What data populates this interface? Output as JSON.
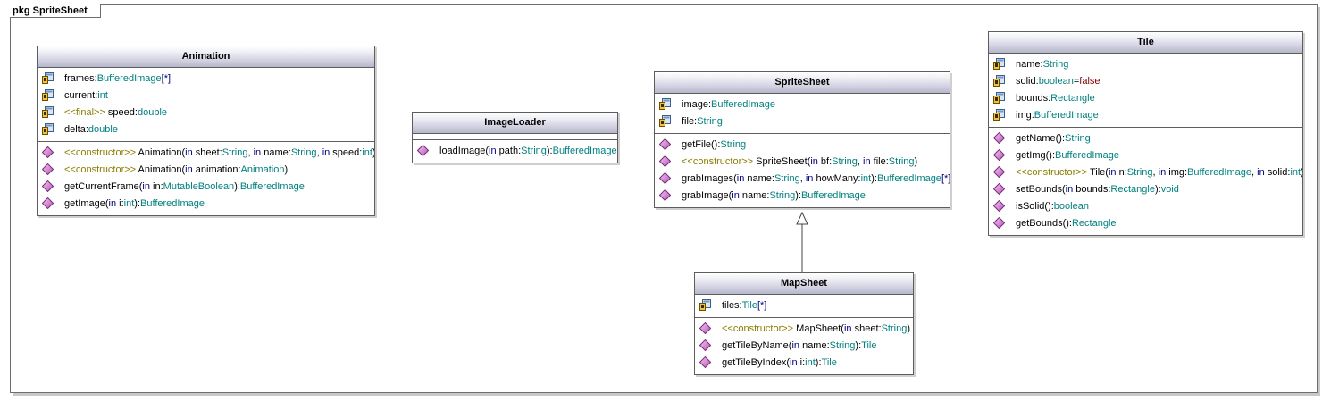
{
  "package": {
    "label": "pkg SpriteSheet"
  },
  "classes": {
    "animation": {
      "name": "Animation",
      "attributes": [
        [
          {
            "t": "frames:"
          },
          {
            "t": "BufferedImage",
            "c": "ty"
          },
          {
            "t": "[*]",
            "c": "kw"
          }
        ],
        [
          {
            "t": "current:"
          },
          {
            "t": "int",
            "c": "ty"
          }
        ],
        [
          {
            "t": "<<final>>",
            "c": "st"
          },
          {
            "t": " speed:"
          },
          {
            "t": "double",
            "c": "ty"
          }
        ],
        [
          {
            "t": "delta:"
          },
          {
            "t": "double",
            "c": "ty"
          }
        ]
      ],
      "operations": [
        [
          {
            "t": "<<constructor>>",
            "c": "st"
          },
          {
            "t": " Animation("
          },
          {
            "t": "in",
            "c": "kw"
          },
          {
            "t": " sheet:"
          },
          {
            "t": "String",
            "c": "ty"
          },
          {
            "t": ", "
          },
          {
            "t": "in",
            "c": "kw"
          },
          {
            "t": " name:"
          },
          {
            "t": "String",
            "c": "ty"
          },
          {
            "t": ", "
          },
          {
            "t": "in",
            "c": "kw"
          },
          {
            "t": " speed:"
          },
          {
            "t": "int",
            "c": "ty"
          },
          {
            "t": ")"
          }
        ],
        [
          {
            "t": "<<constructor>>",
            "c": "st"
          },
          {
            "t": " Animation("
          },
          {
            "t": "in",
            "c": "kw"
          },
          {
            "t": " animation:"
          },
          {
            "t": "Animation",
            "c": "ty"
          },
          {
            "t": ")"
          }
        ],
        [
          {
            "t": "getCurrentFrame("
          },
          {
            "t": "in",
            "c": "kw"
          },
          {
            "t": " in:"
          },
          {
            "t": "MutableBoolean",
            "c": "ty"
          },
          {
            "t": "):"
          },
          {
            "t": "BufferedImage",
            "c": "ty"
          }
        ],
        [
          {
            "t": "getImage("
          },
          {
            "t": "in",
            "c": "kw"
          },
          {
            "t": " i:"
          },
          {
            "t": "int",
            "c": "ty"
          },
          {
            "t": "):"
          },
          {
            "t": "BufferedImage",
            "c": "ty"
          }
        ]
      ]
    },
    "imageloader": {
      "name": "ImageLoader",
      "attributes": [],
      "operations": [
        [
          {
            "t": "loadImage(",
            "u": true
          },
          {
            "t": "in",
            "c": "kw",
            "u": true
          },
          {
            "t": " path:",
            "u": true
          },
          {
            "t": "String",
            "c": "ty",
            "u": true
          },
          {
            "t": "):",
            "u": true
          },
          {
            "t": "BufferedImage",
            "c": "ty",
            "u": true
          }
        ]
      ]
    },
    "spritesheet": {
      "name": "SpriteSheet",
      "attributes": [
        [
          {
            "t": "image:"
          },
          {
            "t": "BufferedImage",
            "c": "ty"
          }
        ],
        [
          {
            "t": "file:"
          },
          {
            "t": "String",
            "c": "ty"
          }
        ]
      ],
      "operations": [
        [
          {
            "t": "getFile():"
          },
          {
            "t": "String",
            "c": "ty"
          }
        ],
        [
          {
            "t": "<<constructor>>",
            "c": "st"
          },
          {
            "t": " SpriteSheet("
          },
          {
            "t": "in",
            "c": "kw"
          },
          {
            "t": " bf:"
          },
          {
            "t": "String",
            "c": "ty"
          },
          {
            "t": ", "
          },
          {
            "t": "in",
            "c": "kw"
          },
          {
            "t": " file:"
          },
          {
            "t": "String",
            "c": "ty"
          },
          {
            "t": ")"
          }
        ],
        [
          {
            "t": "grabImages("
          },
          {
            "t": "in",
            "c": "kw"
          },
          {
            "t": " name:"
          },
          {
            "t": "String",
            "c": "ty"
          },
          {
            "t": ", "
          },
          {
            "t": "in",
            "c": "kw"
          },
          {
            "t": " howMany:"
          },
          {
            "t": "int",
            "c": "ty"
          },
          {
            "t": "):"
          },
          {
            "t": "BufferedImage",
            "c": "ty"
          },
          {
            "t": "[*]",
            "c": "kw"
          }
        ],
        [
          {
            "t": "grabImage("
          },
          {
            "t": "in",
            "c": "kw"
          },
          {
            "t": " name:"
          },
          {
            "t": "String",
            "c": "ty"
          },
          {
            "t": "):"
          },
          {
            "t": "BufferedImage",
            "c": "ty"
          }
        ]
      ]
    },
    "mapsheet": {
      "name": "MapSheet",
      "attributes": [
        [
          {
            "t": "tiles:"
          },
          {
            "t": "Tile",
            "c": "ty"
          },
          {
            "t": "[*]",
            "c": "kw"
          }
        ]
      ],
      "operations": [
        [
          {
            "t": "<<constructor>>",
            "c": "st"
          },
          {
            "t": " MapSheet("
          },
          {
            "t": "in",
            "c": "kw"
          },
          {
            "t": " sheet:"
          },
          {
            "t": "String",
            "c": "ty"
          },
          {
            "t": ")"
          }
        ],
        [
          {
            "t": "getTileByName("
          },
          {
            "t": "in",
            "c": "kw"
          },
          {
            "t": " name:"
          },
          {
            "t": "String",
            "c": "ty"
          },
          {
            "t": "):"
          },
          {
            "t": "Tile",
            "c": "ty"
          }
        ],
        [
          {
            "t": "getTileByIndex("
          },
          {
            "t": "in",
            "c": "kw"
          },
          {
            "t": " i:"
          },
          {
            "t": "int",
            "c": "ty"
          },
          {
            "t": "):"
          },
          {
            "t": "Tile",
            "c": "ty"
          }
        ]
      ]
    },
    "tile": {
      "name": "Tile",
      "attributes": [
        [
          {
            "t": "name:"
          },
          {
            "t": "String",
            "c": "ty"
          }
        ],
        [
          {
            "t": "solid:"
          },
          {
            "t": "boolean",
            "c": "ty"
          },
          {
            "t": "="
          },
          {
            "t": "false",
            "c": "val"
          }
        ],
        [
          {
            "t": "bounds:"
          },
          {
            "t": "Rectangle",
            "c": "ty"
          }
        ],
        [
          {
            "t": "img:"
          },
          {
            "t": "BufferedImage",
            "c": "ty"
          }
        ]
      ],
      "operations": [
        [
          {
            "t": "getName():"
          },
          {
            "t": "String",
            "c": "ty"
          }
        ],
        [
          {
            "t": "getImg():"
          },
          {
            "t": "BufferedImage",
            "c": "ty"
          }
        ],
        [
          {
            "t": "<<constructor>>",
            "c": "st"
          },
          {
            "t": " Tile("
          },
          {
            "t": "in",
            "c": "kw"
          },
          {
            "t": " n:"
          },
          {
            "t": "String",
            "c": "ty"
          },
          {
            "t": ", "
          },
          {
            "t": "in",
            "c": "kw"
          },
          {
            "t": " img:"
          },
          {
            "t": "BufferedImage",
            "c": "ty"
          },
          {
            "t": ", "
          },
          {
            "t": "in",
            "c": "kw"
          },
          {
            "t": " solid:"
          },
          {
            "t": "int",
            "c": "ty"
          },
          {
            "t": ")"
          }
        ],
        [
          {
            "t": "setBounds("
          },
          {
            "t": "in",
            "c": "kw"
          },
          {
            "t": " bounds:"
          },
          {
            "t": "Rectangle",
            "c": "ty"
          },
          {
            "t": "):"
          },
          {
            "t": "void",
            "c": "ty"
          }
        ],
        [
          {
            "t": "isSolid():"
          },
          {
            "t": "boolean",
            "c": "ty"
          }
        ],
        [
          {
            "t": "getBounds():"
          },
          {
            "t": "Rectangle",
            "c": "ty"
          }
        ]
      ]
    }
  },
  "relations": [
    {
      "type": "generalization",
      "from": "MapSheet",
      "to": "SpriteSheet"
    }
  ],
  "colors": {
    "keyword": "#00007f",
    "type": "#007f7f",
    "stereotype": "#8c7d00",
    "value": "#7f0000",
    "header_top": "#ffffff",
    "header_bottom": "#b7b7cc",
    "border": "#5d5d5d"
  },
  "icons": {
    "attribute": "field-icon",
    "operation": "method-icon"
  }
}
